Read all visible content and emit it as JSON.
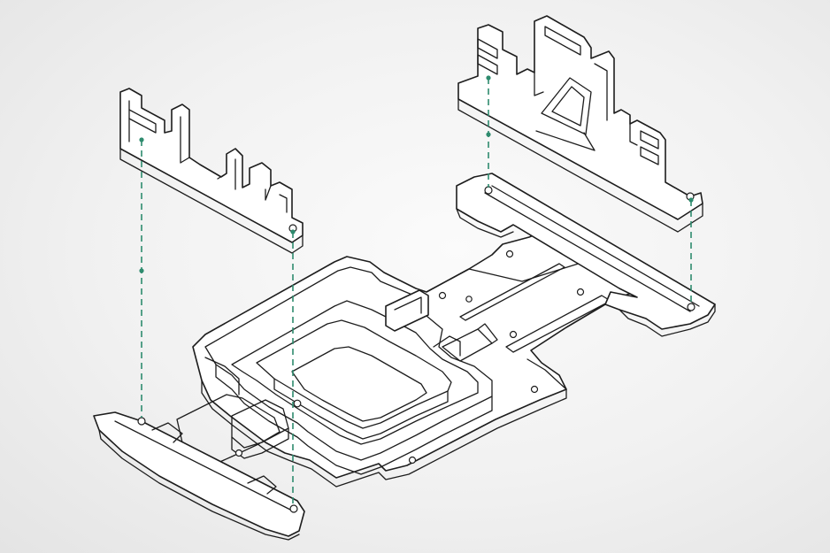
{
  "diagram": {
    "kind": "exploded-isometric-assembly",
    "colors": {
      "background": "#ececec",
      "line": "#1d1d1d",
      "part_fill": "#ffffff",
      "guide": "#2e8b6e"
    },
    "parts": [
      "left-upright-bracket",
      "right-upright-bracket",
      "base-frame",
      "rear-rail",
      "front-bumper"
    ],
    "guide_lines": 4
  }
}
